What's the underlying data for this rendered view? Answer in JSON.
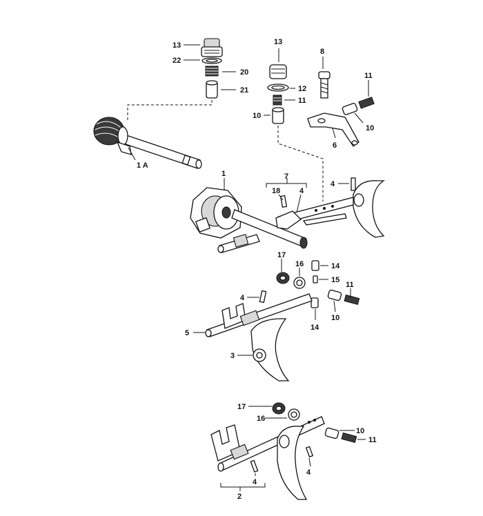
{
  "diagram": {
    "labels": {
      "c13a": "13",
      "c22": "22",
      "c20": "20",
      "c21": "21",
      "c1A": "1 A",
      "c13b": "13",
      "c12": "12",
      "c11a": "11",
      "c10a": "10",
      "c8": "8",
      "c11b": "11",
      "c10b": "10",
      "c6": "6",
      "c1": "1",
      "c7": "7",
      "c18": "18",
      "c4a": "4",
      "c4b": "4",
      "c17a": "17",
      "c16a": "16",
      "c14a": "14",
      "c15": "15",
      "c4c": "4",
      "c11c": "11",
      "c10c": "10",
      "c14b": "14",
      "c5": "5",
      "c3": "3",
      "c17b": "17",
      "c16b": "16",
      "c10d": "10",
      "c11d": "11",
      "c4d": "4",
      "c4e": "4",
      "c2": "2"
    }
  }
}
